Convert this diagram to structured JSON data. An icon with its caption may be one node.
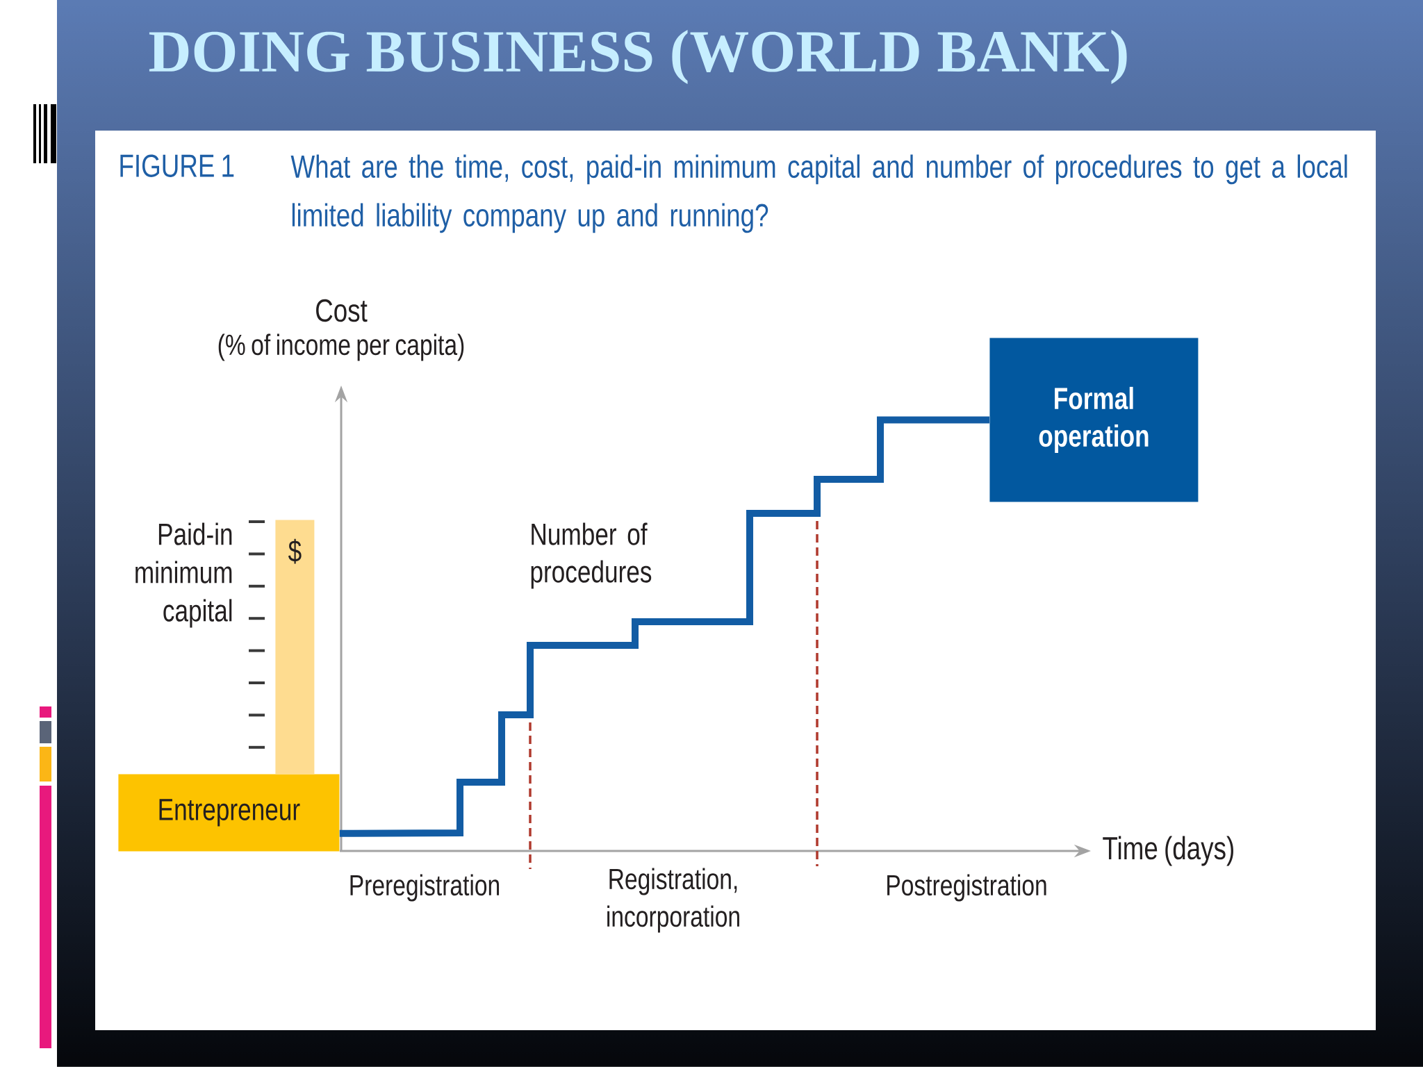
{
  "diagram": {
    "title": "DOING BUSINESS (WORLD BANK)",
    "nodes": [
      {
        "text": [
          "Entrepreneur"
        ]
      },
      {
        "text": [
          "Formal operation"
        ]
      },
      {
        "text": [
          "$"
        ],
        "beside": [
          "Paid-in minimum capital"
        ]
      }
    ],
    "edges": [
      {
        "from": 0,
        "to": 1,
        "arrow": "none"
      }
    ],
    "labels": [
      "FIGURE 1",
      "What are the time, cost, paid-in minimum capital and number of procedures to get a local limited liability company up and running?",
      "Cost",
      "(% of income per capita)",
      "Number of procedures",
      "Time (days)",
      "Preregistration",
      "Registration, incorporation",
      "Postregistration"
    ]
  }
}
